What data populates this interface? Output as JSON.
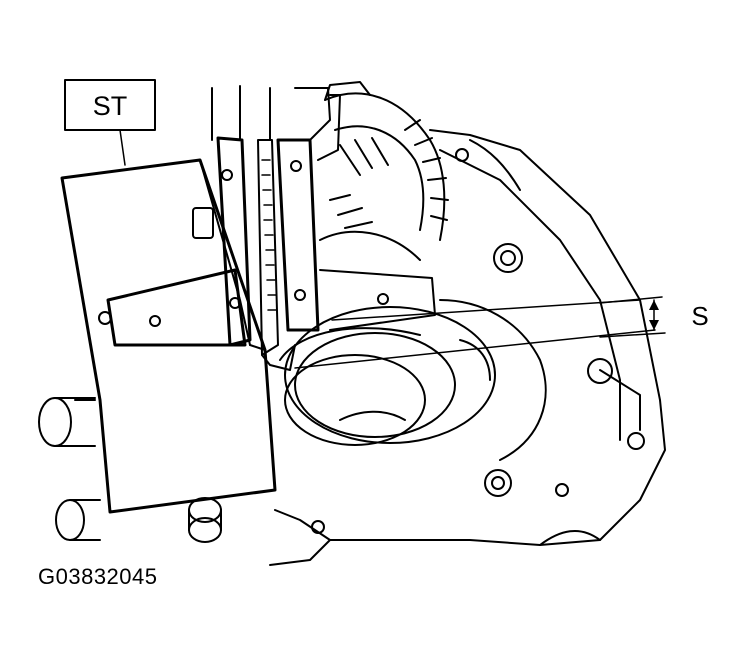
{
  "labels": {
    "tool_label": "ST",
    "dimension_label": "S"
  },
  "figure_id": "G03832045",
  "colors": {
    "line": "#000000",
    "background": "#ffffff"
  }
}
